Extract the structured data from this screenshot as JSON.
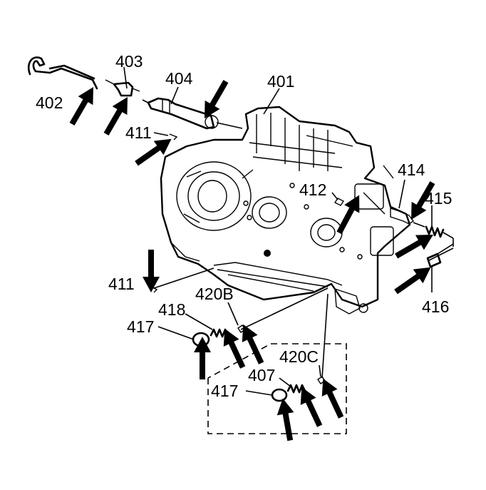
{
  "diagram": {
    "callouts": {
      "c401": "401",
      "c402": "402",
      "c403": "403",
      "c404": "404",
      "c407": "407",
      "c411a": "411",
      "c411b": "411",
      "c412": "412",
      "c414": "414",
      "c415": "415",
      "c416": "416",
      "c417a": "417",
      "c417b": "417",
      "c418": "418",
      "c420b": "420B",
      "c420c": "420C"
    }
  }
}
